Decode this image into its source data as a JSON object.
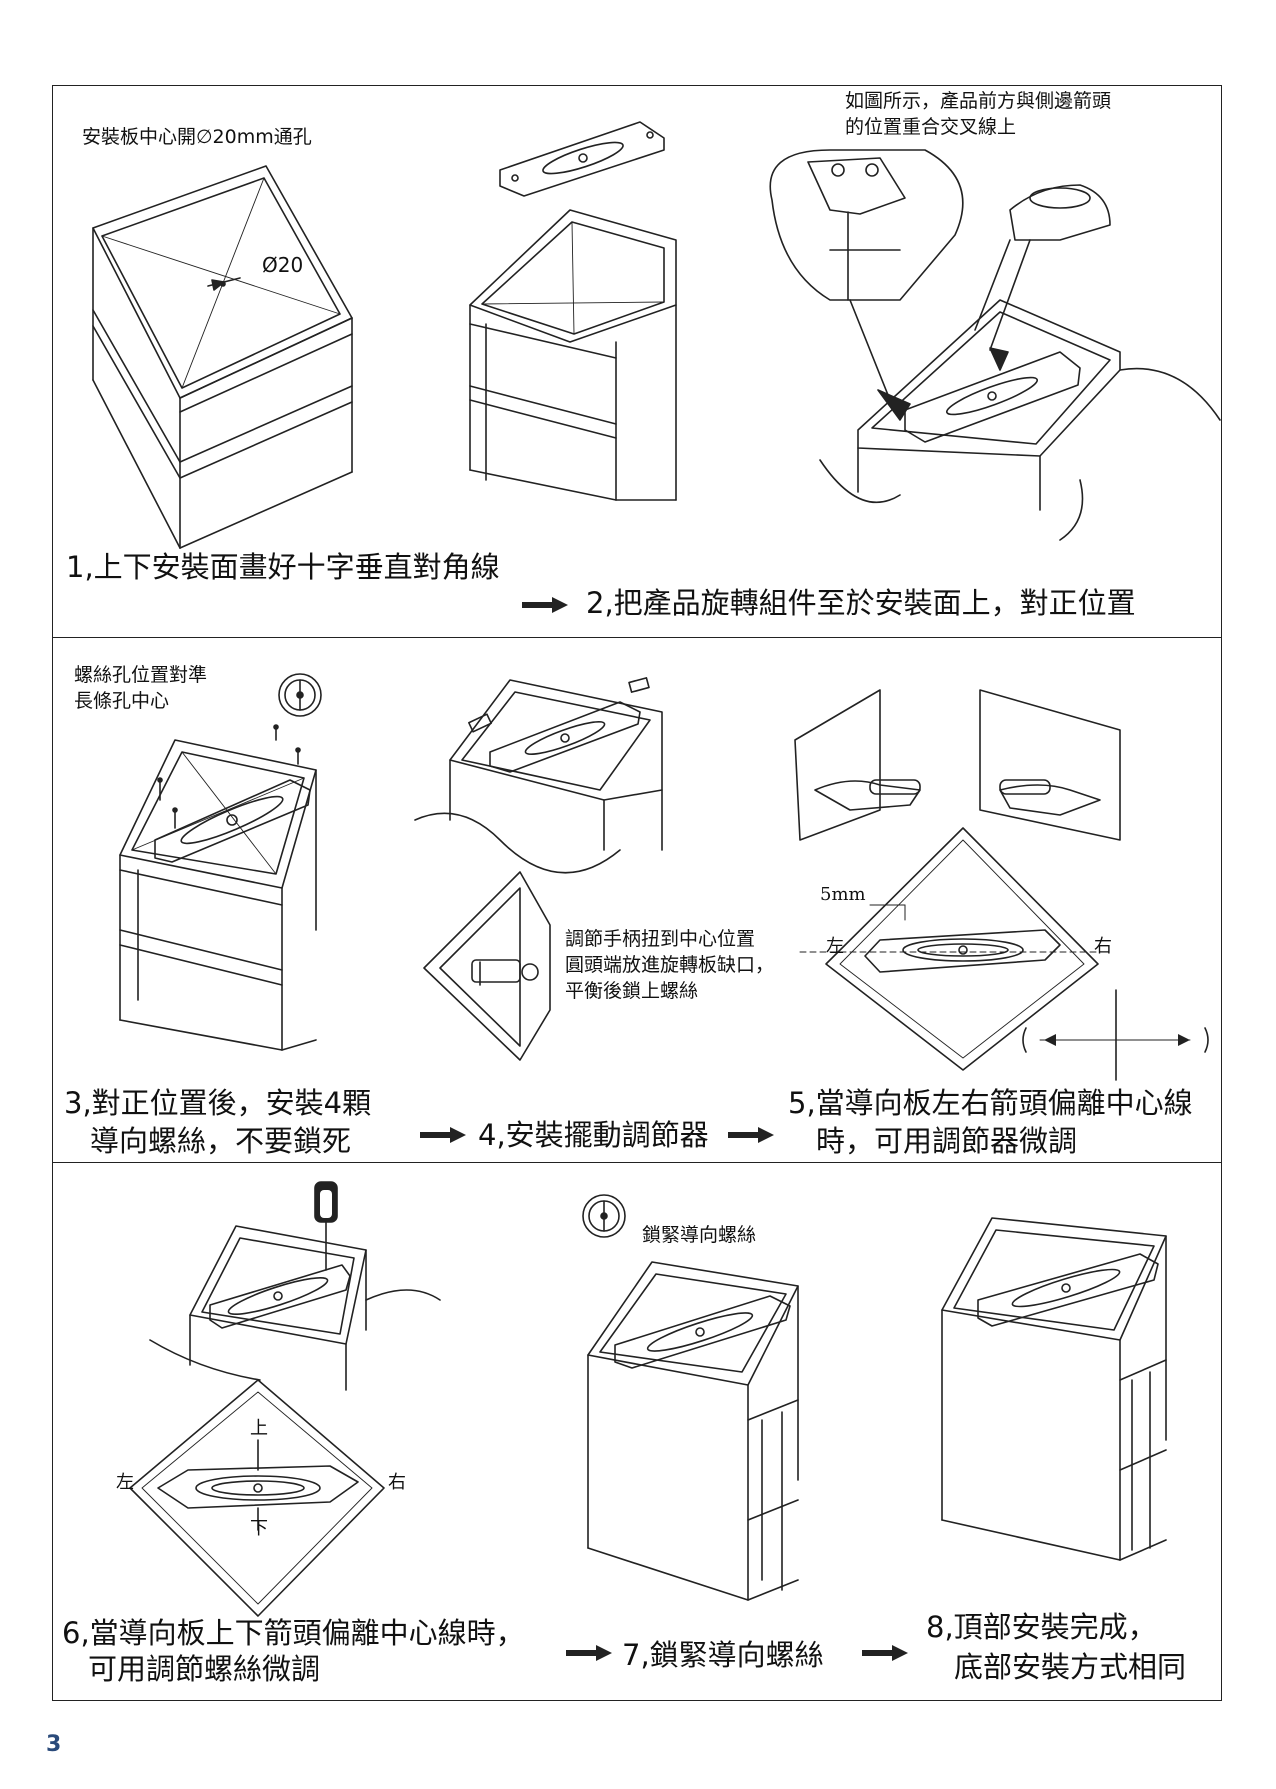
{
  "panel1": {
    "note_hole": "安裝板中心開∅20mm通孔",
    "dim_label": "Ø20",
    "note_align_line1": "如圖所示，產品前方與側邊箭頭",
    "note_align_line2": "的位置重合交叉線上",
    "step1": "1,上下安裝面畫好十字垂直對角線",
    "step2": "2,把產品旋轉組件至於安裝面上，對正位置"
  },
  "panel2": {
    "note_screw_line1": "螺絲孔位置對準",
    "note_screw_line2": "長條孔中心",
    "note_handle_line1": "調節手柄扭到中心位置",
    "note_handle_line2": "圓頭端放進旋轉板缺口，",
    "note_handle_line3": "平衡後鎖上螺絲",
    "dim_5mm": "5mm",
    "label_left": "左",
    "label_right": "右",
    "step3_line1": "3,對正位置後，安裝4顆",
    "step3_line2": "導向螺絲，不要鎖死",
    "step4": "4,安裝擺動調節器",
    "step5_line1": "5,當導向板左右箭頭偏離中心線",
    "step5_line2": "時，可用調節器微調"
  },
  "panel3": {
    "note_lock": "鎖緊導向螺絲",
    "label_up": "上",
    "label_down": "下",
    "label_left": "左",
    "label_right": "右",
    "step6_line1": "6,當導向板上下箭頭偏離中心線時，",
    "step6_line2": "可用調節螺絲微調",
    "step7": "7,鎖緊導向螺絲",
    "step8_line1": "8,頂部安裝完成，",
    "step8_line2": "底部安裝方式相同"
  },
  "page_number": "3"
}
